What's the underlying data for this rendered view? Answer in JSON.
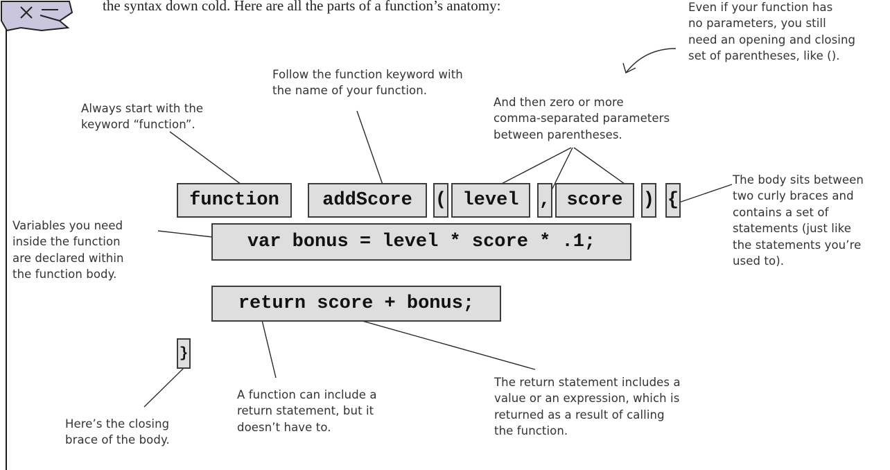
{
  "intro_text": "the syntax down cold. Here are all the parts of a function’s anatomy:",
  "code": {
    "keyword": "function",
    "name": "addScore",
    "open_paren": "(",
    "param1": "level",
    "comma": ",",
    "param2": "score",
    "close_paren": ")",
    "open_brace": "{",
    "var_stmt": "var bonus = level * score * .1;",
    "return_stmt": "return score + bonus;",
    "close_brace": "}"
  },
  "annotations": {
    "parens_note": "Even if your function has\nno parameters, you still\nneed an opening and closing\nset of parentheses, like ().",
    "name_note": "Follow the function keyword with\nthe name of your function.",
    "params_note": "And then zero or more\ncomma-separated parameters\nbetween parentheses.",
    "keyword_note": "Always start with the\nkeyword “function”.",
    "body_note": "The body sits between\ntwo curly braces and\ncontains a set of\nstatements (just like\nthe statements you’re\nused to).",
    "vars_note": "Variables you need\ninside the function\nare declared within\nthe function body.",
    "close_note": "Here’s the closing\nbrace of the body.",
    "return_note": "A function can include a\nreturn statement, but it\ndoesn’t have to.",
    "return_value_note": "The return statement includes a\nvalue or an expression, which is\nreturned as a result of calling\nthe function."
  }
}
